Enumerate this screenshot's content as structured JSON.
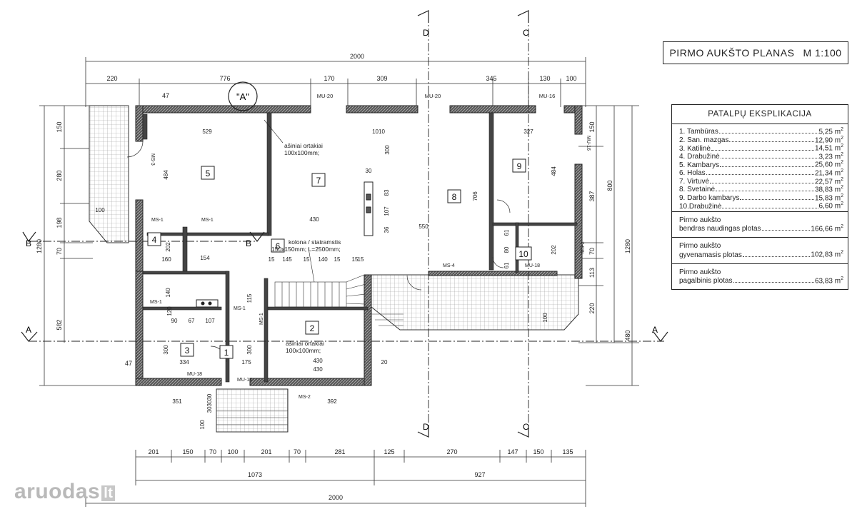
{
  "plan_title": {
    "name": "PIRMO AUKŠTO PLANAS",
    "scale": "M 1:100"
  },
  "legend": {
    "title": "PATALPŲ EKSPLIKACIJA",
    "rooms": [
      {
        "label": "1. Tambūras",
        "area": "5,25 m"
      },
      {
        "label": "2. San. mazgas",
        "area": "12,90 m"
      },
      {
        "label": "3. Katilinė",
        "area": "14,51 m"
      },
      {
        "label": "4. Drabužinė",
        "area": "3,23 m"
      },
      {
        "label": "5. Kambarys",
        "area": "25,60 m"
      },
      {
        "label": "6. Holas",
        "area": "21,34 m"
      },
      {
        "label": "7. Virtuvė",
        "area": "22,57 m"
      },
      {
        "label": "8. Svetainė",
        "area": "38,83 m"
      },
      {
        "label": "9. Darbo kambarys",
        "area": "15,83 m"
      },
      {
        "label": "10.Drabužinė",
        "area": "6,60 m"
      }
    ],
    "area_unit_sup": "2",
    "totals": [
      {
        "line1": "Pirmo aukšto",
        "line2": "bendras naudingas plotas",
        "value": "166,66 m"
      },
      {
        "line1": "Pirmo aukšto",
        "line2": "gyvenamasis plotas",
        "value": "102,83 m"
      },
      {
        "line1": "Pirmo aukšto",
        "line2": "pagalbinis plotas",
        "value": "63,83 m"
      }
    ]
  },
  "room_numbers": [
    "1",
    "2",
    "3",
    "4",
    "5",
    "6",
    "7",
    "8",
    "9",
    "10"
  ],
  "section_marks": {
    "a": "A",
    "b": "B",
    "c": "C",
    "d": "D",
    "detail": "\"A\""
  },
  "dims_top": {
    "overall": "2000",
    "segments": [
      "220",
      "776",
      "170",
      "309",
      "345",
      "130",
      "100"
    ],
    "inner": [
      "47",
      "MU-20",
      "MU-20",
      "MU-16"
    ]
  },
  "dims_bottom": {
    "segments": [
      "201",
      "150",
      "70",
      "100",
      "201",
      "70",
      "281",
      "125",
      "270",
      "147",
      "150",
      "135"
    ],
    "halves": [
      "1073",
      "927"
    ],
    "overall": "2000"
  },
  "dims_left": [
    "150",
    "280",
    "198",
    "70",
    "582",
    "1280",
    "47"
  ],
  "dims_right": [
    "150",
    "387",
    "800",
    "70",
    "113",
    "220",
    "480",
    "1280"
  ],
  "annotations": {
    "ortakiai_1": "ašiniai ortakiai",
    "ortakiai_1_size": "100x100mm;",
    "ortakiai_2": "ašiniai ortakiai",
    "ortakiai_2_size": "100x100mm;",
    "kolona": "kolona / statramstis",
    "kolona_size": "150x150mm; L=2500mm;",
    "ms_labels": [
      "MS-1",
      "MS-1",
      "MS-1",
      "MS-1",
      "MS-1",
      "MS-2",
      "MS-2",
      "MS-3",
      "MS-4"
    ],
    "mu_labels": [
      "MU-18",
      "MU-14",
      "MU-18",
      "MU-16"
    ]
  },
  "interior_dims": [
    "529",
    "484",
    "1010",
    "300",
    "430",
    "327",
    "484",
    "706",
    "550",
    "430",
    "154",
    "160",
    "145",
    "140",
    "115",
    "334",
    "175",
    "392",
    "351",
    "300",
    "300",
    "430",
    "30",
    "83",
    "107",
    "36",
    "202",
    "202",
    "61",
    "80",
    "61",
    "90",
    "67",
    "107",
    "140",
    "15",
    "15",
    "15",
    "15",
    "15",
    "20",
    "120",
    "303030",
    "100",
    "100",
    "100"
  ],
  "watermark": {
    "text": "aruodas",
    "box": "lt"
  }
}
